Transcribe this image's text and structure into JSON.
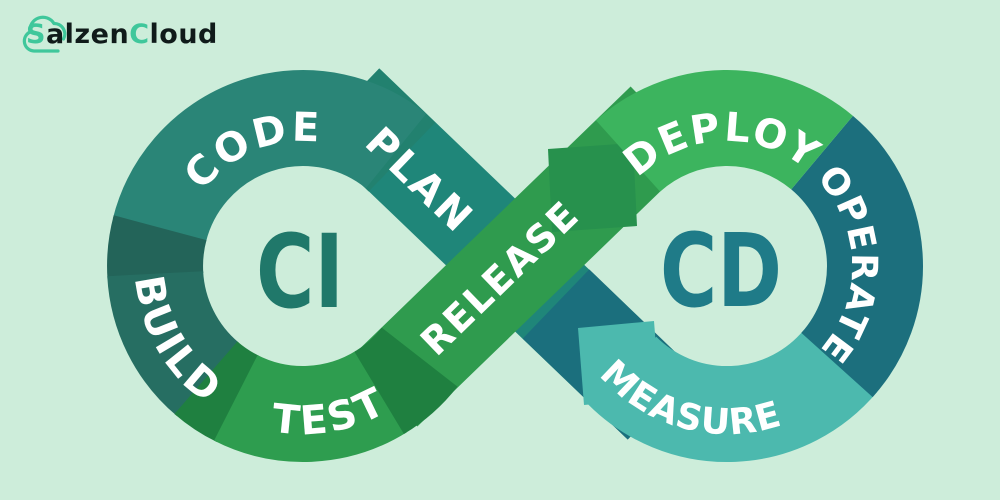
{
  "logo": {
    "part1": "S",
    "part2": "alzen",
    "part3": "C",
    "part4": "loud"
  },
  "diagram": {
    "ci": "CI",
    "cd": "CD",
    "segments": {
      "code": "CODE",
      "plan": "PLAN",
      "build": "BUILD",
      "test": "TEST",
      "release": "RELEASE",
      "deploy": "DEPLOY",
      "operate": "OPERATE",
      "measure": "MEASURE"
    }
  },
  "colors": {
    "bg": "#cdedda",
    "ring_code": "#2a8577",
    "ring_build": "#266e62",
    "wedge_teal": "#236459",
    "ring_test": "#2e9d4f",
    "wedge_green": "#1f8040",
    "strip_plan": "#1f8679",
    "strip_plan_tail": "#22816f",
    "strip_plan_dark": "#1b6f7d",
    "strip_release": "#2f9b4e",
    "patch_release_dark": "#27914d",
    "ring_deploy": "#3cb45e",
    "ring_operate": "#1c6f7d",
    "ring_measure": "#4cb9ae",
    "ci_text": "#20786a",
    "cd_text": "#1f7b88",
    "label_text": "#ffffff",
    "logo_green": "#3fc79b",
    "logo_dark": "#101b1a"
  }
}
